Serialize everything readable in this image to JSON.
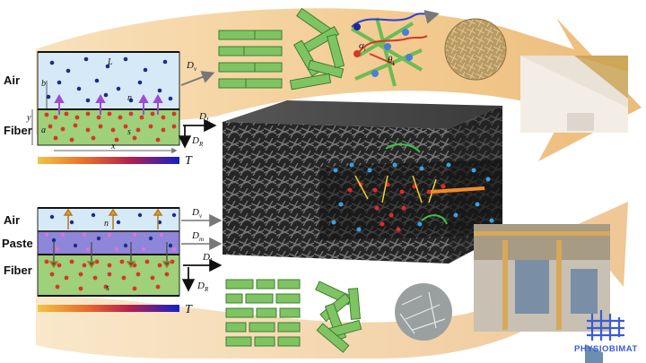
{
  "top_panel": {
    "air": "Air",
    "fiber": "Fiber",
    "sym_L": "L",
    "sym_b": "b",
    "sym_n": "n",
    "sym_y": "y",
    "sym_a": "a",
    "sym_s": "s",
    "sym_x": "x",
    "sym_T": "T",
    "flux_Dv": "D",
    "flux_Dv_sub": "v",
    "flux_DL": "D",
    "flux_DL_sub": "L",
    "flux_DR": "D",
    "flux_DR_sub": "R"
  },
  "bottom_panel": {
    "air": "Air",
    "paste": "Paste",
    "fiber": "Fiber",
    "sym_n": "n",
    "sym_s": "s",
    "sym_T": "T",
    "flux_Dv": "D",
    "flux_Dv_sub": "v",
    "flux_Dm": "D",
    "flux_Dm_sub": "m",
    "flux_DL": "D",
    "flux_DL_sub": "L",
    "flux_DR": "D",
    "flux_DR_sub": "R"
  },
  "network": {
    "sym_alpha": "α",
    "sym_alpha_sub": "i",
    "sym_theta": "θ",
    "sym_theta_sub": "i"
  },
  "logo": {
    "text": "PHYSIOBIMAT"
  },
  "colors": {
    "air": "#d6e9f7",
    "fiber": "#9fd07a",
    "paste": "#8e86d8",
    "arrow_band": "#eebb73",
    "fiber_block": "#7fc463",
    "water_dot": "#1f2a8c",
    "fiber_dot": "#d8352b",
    "logo": "#3b5bd6"
  }
}
